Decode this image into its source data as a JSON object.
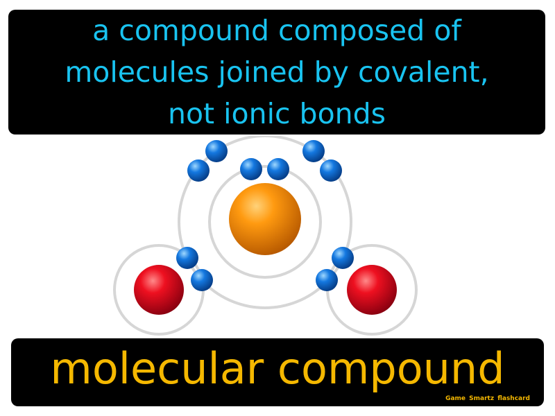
{
  "definition": {
    "lines": [
      "a compound composed of",
      "molecules joined by covalent,",
      "not ionic bonds"
    ]
  },
  "term": "molecular compound",
  "credit": "Game Smartz flashcard",
  "illustration": {
    "atoms": [
      {
        "element": "central",
        "color": "#f08a00"
      },
      {
        "element": "left",
        "color": "#e0001a"
      },
      {
        "element": "right",
        "color": "#e0001a"
      }
    ],
    "electron_color": "#0a6fd6"
  },
  "colors": {
    "definition_text": "#19c3f0",
    "term_text": "#f5b800",
    "panel_bg": "#000000"
  }
}
